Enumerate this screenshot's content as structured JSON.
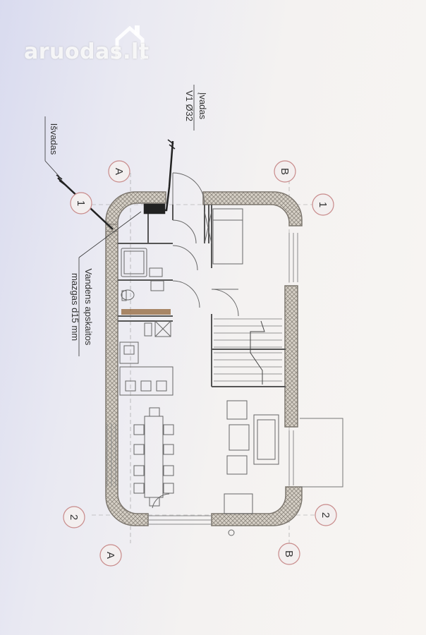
{
  "watermark": {
    "text": "aruodas.lt"
  },
  "labels": {
    "inlet": "Įvadas",
    "inlet_pipe": "V1 Ø32",
    "outlet": "Išvadas",
    "meter_line1": "Vandens apskaitos",
    "meter_line2": "mazgas d15 mm"
  },
  "grid_axes": {
    "a_top": "A",
    "a_bottom": "A",
    "b_top": "B",
    "b_bottom": "B",
    "one_left": "1",
    "one_right": "1",
    "two_left": "2",
    "two_right": "2"
  },
  "colors": {
    "wall": "#8f8a84",
    "wall_fill": "#cfc9bf",
    "line": "#555555",
    "marker": "#c88a8a",
    "pipe": "#222222"
  }
}
